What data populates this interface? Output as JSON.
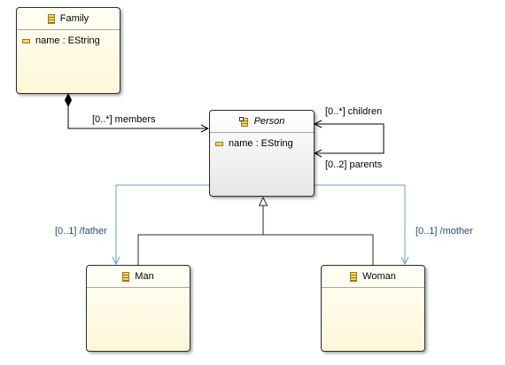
{
  "diagram": {
    "classes": {
      "family": {
        "name": "Family",
        "attributes": [
          "name : EString"
        ]
      },
      "person": {
        "name": "Person",
        "abstract": true,
        "attributes": [
          "name : EString"
        ]
      },
      "man": {
        "name": "Man",
        "attributes": []
      },
      "woman": {
        "name": "Woman",
        "attributes": []
      }
    },
    "references": {
      "members": "[0..*] members",
      "children": "[0..*] children",
      "parents": "[0..2] parents",
      "father": "[0..1] /father",
      "mother": "[0..1] /mother"
    },
    "colors": {
      "composition_line": "#000000",
      "derived_line": "#6a9bd1",
      "inheritance_line": "#2b2b2b",
      "concrete_fill": "#fdf7d6",
      "abstract_fill": "#e6e6e6"
    },
    "icons": {
      "class": "eclass-icon",
      "abstract_class": "abstract-eclass-icon",
      "attribute": "eattribute-icon"
    }
  }
}
